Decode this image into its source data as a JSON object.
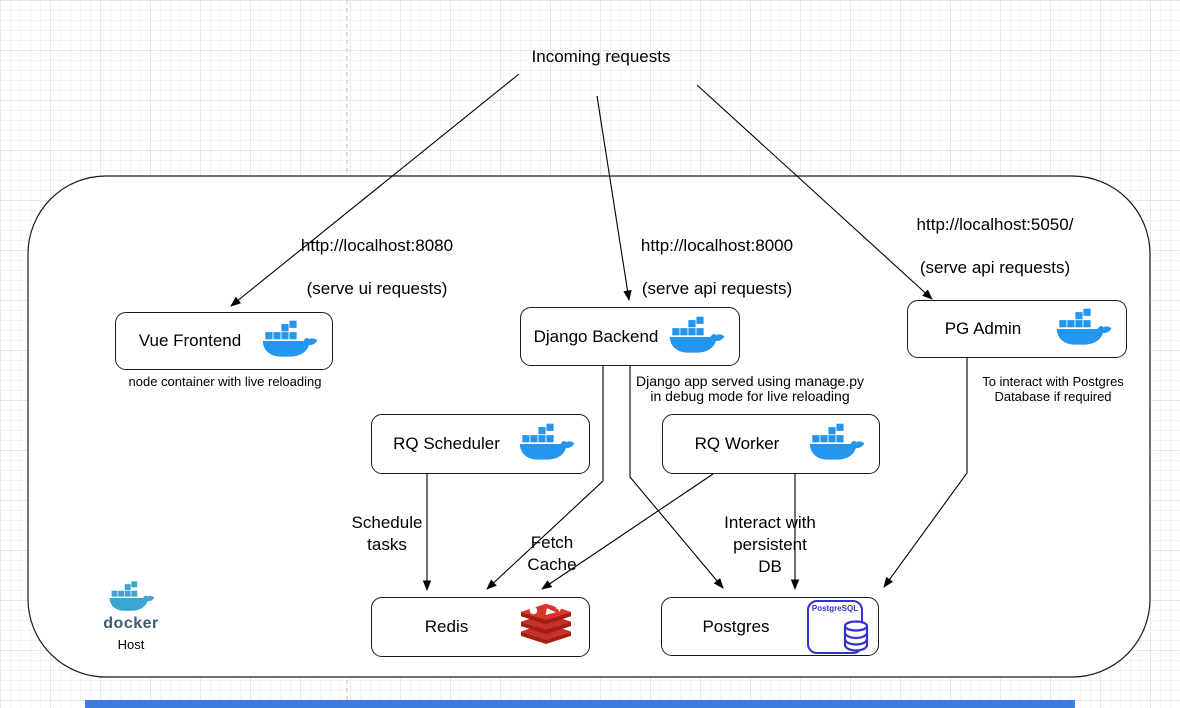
{
  "title": "Docker host architecture diagram",
  "colors": {
    "docker-blue": "#2496ED",
    "host-whale": "#3BA6D3",
    "host-text": "#3E5C6E",
    "redis-dark": "#A41E11",
    "redis-face": "#C6302B",
    "redis-top": "#D8362A",
    "postgres-blue": "#3333CC",
    "bottom-bar": "#3E7DE0",
    "grid-minor": "#f3f3f3",
    "grid-major": "#e7e7e7",
    "line": "#000000"
  },
  "header": {
    "incoming": "Incoming requests"
  },
  "routes": {
    "vue": {
      "url": "http://localhost:8080",
      "sub": "(serve ui requests)"
    },
    "django": {
      "url": "http://localhost:8000",
      "sub": "(serve api requests)"
    },
    "pgadmin": {
      "url": "http://localhost:5050/",
      "sub": "(serve api requests)"
    }
  },
  "nodes": {
    "vue": {
      "label": "Vue Frontend",
      "caption": "node container with live reloading"
    },
    "django": {
      "label": "Django Backend",
      "caption": "Django app served using manage.py\nin debug mode for live reloading"
    },
    "pgadmin": {
      "label": "PG Admin",
      "caption": "To interact with Postgres\nDatabase if required"
    },
    "rq_scheduler": {
      "label": "RQ Scheduler"
    },
    "rq_worker": {
      "label": "RQ Worker"
    },
    "redis": {
      "label": "Redis"
    },
    "postgres": {
      "label": "Postgres",
      "badge": "PostgreSQL"
    }
  },
  "edge_labels": {
    "schedule_tasks": "Schedule\ntasks",
    "fetch_cache": "Fetch\nCache",
    "interact_db": "Interact with\npersistent\nDB"
  },
  "host": {
    "wordmark": "docker",
    "label": "Host"
  }
}
